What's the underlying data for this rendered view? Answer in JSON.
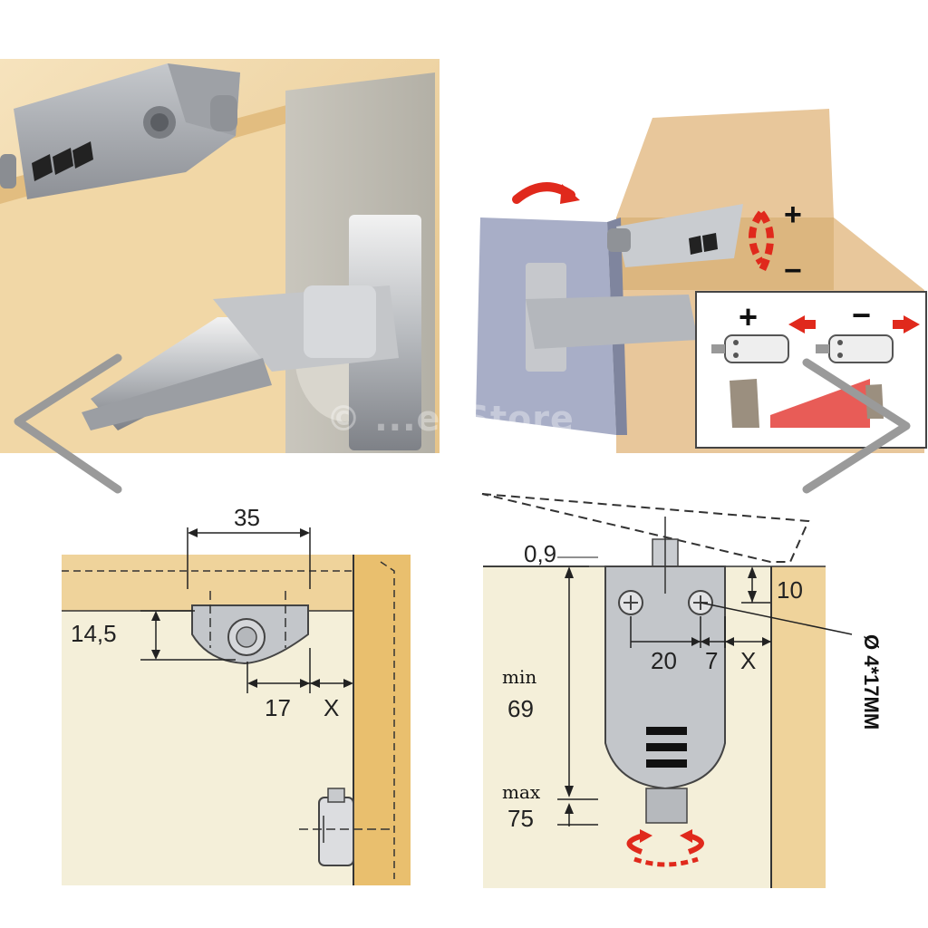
{
  "watermark": "© ...ekStore",
  "navigation": {
    "prev_icon": "chevron-left-icon",
    "next_icon": "chevron-right-icon"
  },
  "top_right_inset": {
    "plus_label": "+",
    "minus_label": "−",
    "rotate_plus": "+",
    "rotate_minus": "−"
  },
  "diagram_left": {
    "dim_width": "35",
    "dim_depth": "14,5",
    "dim_offset": "17",
    "dim_x": "X"
  },
  "diagram_right": {
    "dim_top_gap": "0,9",
    "dim_edge": "10",
    "dim_hole_spacing": "20",
    "dim_hole_edge": "7",
    "dim_x": "X",
    "min_label": "min",
    "min_value": "69",
    "max_label": "max",
    "max_value": "75",
    "screw_spec": "Ø 4*17MM"
  },
  "colors": {
    "wood": "#efd39b",
    "wood_edge": "#e3b86a",
    "panel_bg": "#f4efd9",
    "metal": "#b9bcc0",
    "arrow_red": "#e0291c"
  }
}
